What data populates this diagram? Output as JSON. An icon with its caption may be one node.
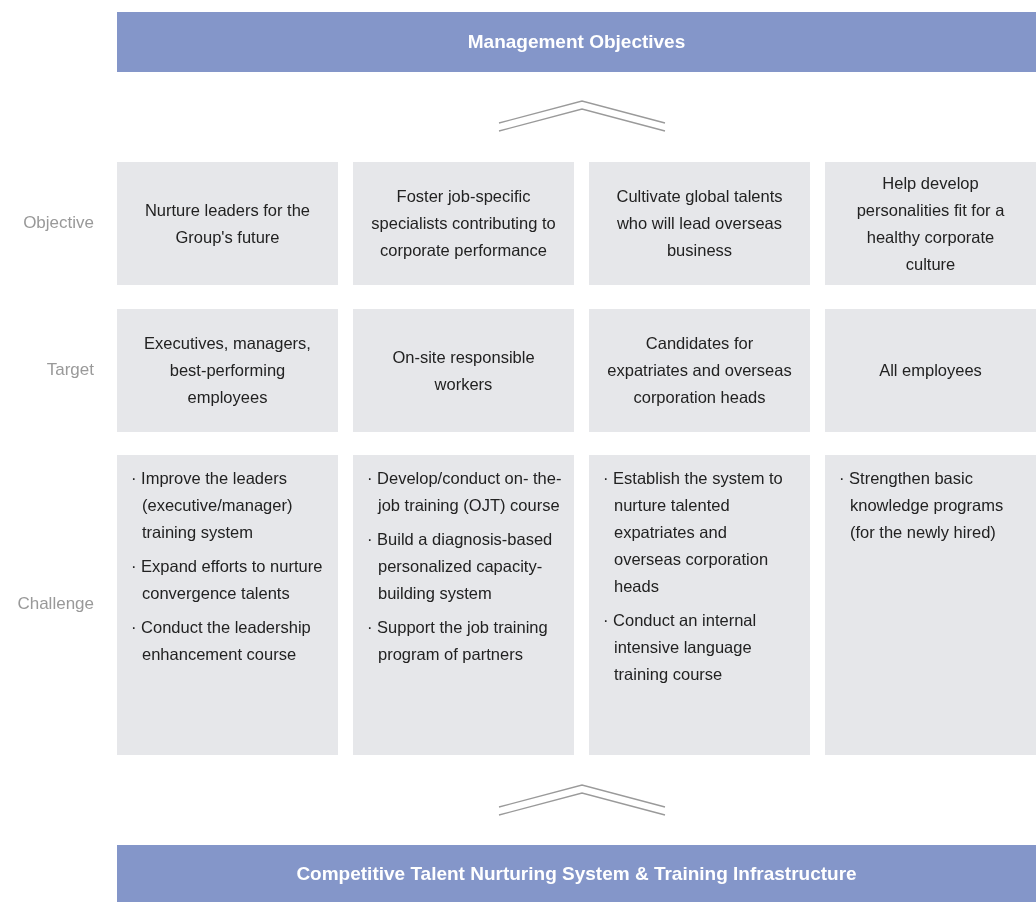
{
  "diagram": {
    "nodes": [
      {
        "text": [
          "Management Objectives"
        ]
      },
      {
        "text": [
          "Nurture leaders for the Group's future"
        ]
      },
      {
        "text": [
          "Foster job-specific specialists contributing to corporate performance"
        ]
      },
      {
        "text": [
          "Cultivate global talents who will lead overseas business"
        ]
      },
      {
        "text": [
          "Help develop personalities fit for a healthy corporate culture"
        ]
      },
      {
        "text": [
          "Executives, managers, best-performing employees"
        ]
      },
      {
        "text": [
          "On-site responsible workers"
        ]
      },
      {
        "text": [
          "Candidates for expatriates and overseas corporation heads"
        ]
      },
      {
        "text": [
          "All employees"
        ]
      },
      {
        "text": [
          "· Improve the leaders (executive/manager) training system",
          "· Expand efforts to nurture convergence talents",
          "· Conduct the leadership enhancement course"
        ]
      },
      {
        "text": [
          "· Develop/conduct on- the-job training (OJT) course",
          "· Build a diagnosis-based personalized capacity- building system",
          "· Support the job training program of partners"
        ]
      },
      {
        "text": [
          "· Establish the system to nurture talented expatriates and overseas corporation heads",
          "· Conduct an internal intensive language training course"
        ]
      },
      {
        "text": [
          "· Strengthen basic knowledge programs (for the newly hired)"
        ]
      },
      {
        "text": [
          "Competitive Talent Nurturing System & Training Infrastructure"
        ]
      }
    ],
    "labels": [
      "Objective",
      "Target",
      "Challenge"
    ]
  }
}
